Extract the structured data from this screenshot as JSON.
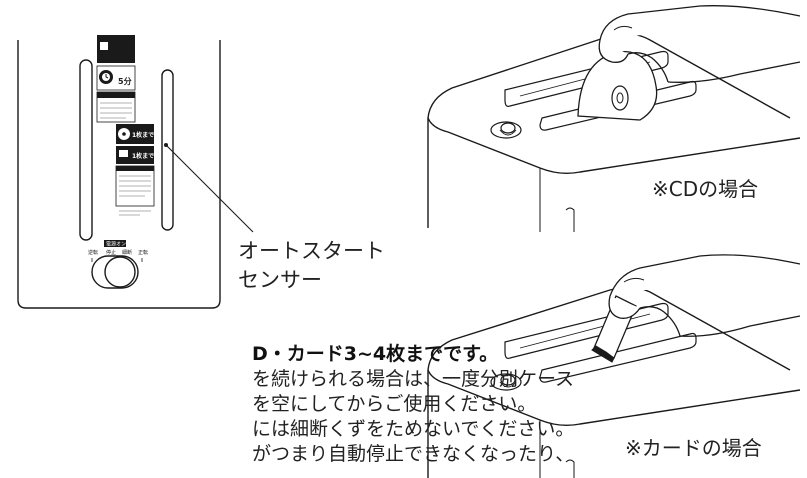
{
  "callout": {
    "line1": "オートスタート",
    "line2": "センサー"
  },
  "captions": {
    "cd": "※CDの場合",
    "card": "※カードの場合"
  },
  "notes": [
    "D・カード3~4枚までです。",
    "を続けられる場合は、一度分別ケース",
    "を空にしてからご使用ください。",
    "には細断くずをためないでください。",
    "がつまり自動停止できなくなったり、"
  ],
  "panel_labels": {
    "time_value": "5分",
    "sheets_1": "1枚まで",
    "sheets_2": "1枚まで",
    "switch_group": "電源オン",
    "switch_1": "逆転",
    "switch_2": "停止",
    "switch_3": "細断",
    "switch_4": "正転"
  }
}
